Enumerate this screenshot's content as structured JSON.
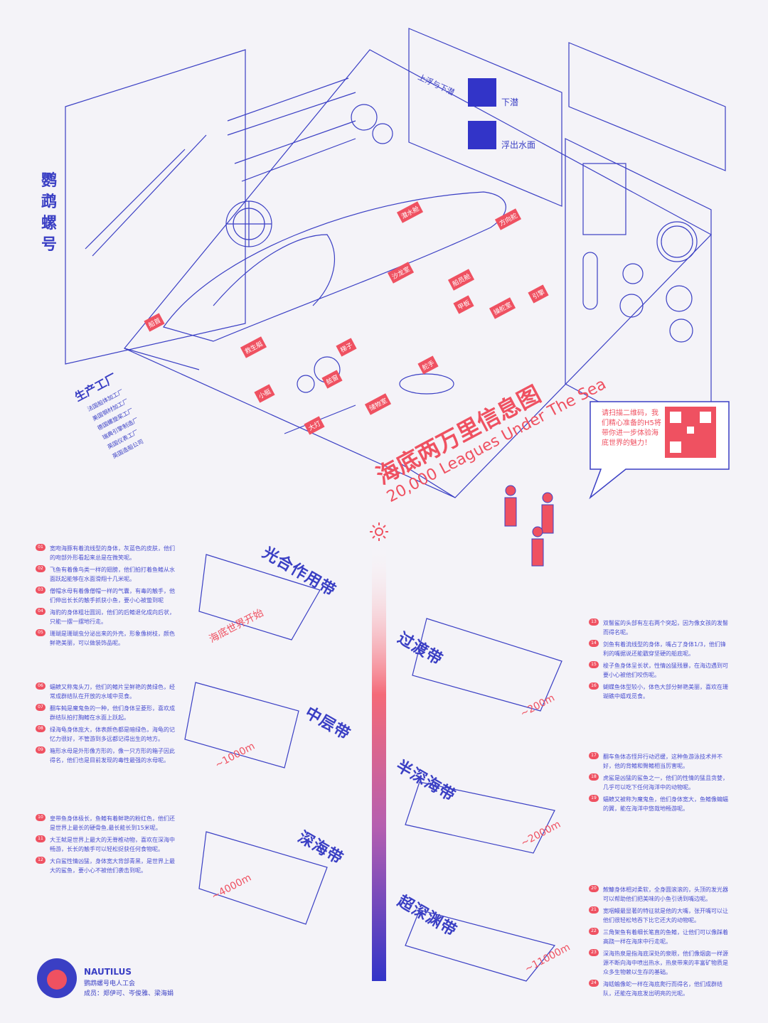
{
  "poster": {
    "title_cn": "海底两万里信息图",
    "title_en": "20,000 Leagues Under The Sea",
    "sub_title": "鹦鹉螺号",
    "colors": {
      "blue": "#3a3fc4",
      "red": "#ef5161",
      "bg": "#f4f3f8"
    }
  },
  "submarine_tags": [
    "船首",
    "方向舵",
    "沙龙室",
    "船员舱",
    "潜水舱",
    "引擎",
    "操舵室",
    "救生艇",
    "小艇",
    "舷窗",
    "梯子",
    "大灯",
    "舵手",
    "储物室",
    "甲板"
  ],
  "factory": {
    "label": "生产工厂",
    "items": [
      "法国船体加工厂",
      "美国钢材加工厂",
      "德国螺旋桨工厂",
      "瑞典引擎制造厂",
      "英国仪表工厂",
      "英国造船公司"
    ]
  },
  "qr": {
    "text": "请扫描二维码，我们精心准备的H5将带你进一步体验海底世界的魅力！"
  },
  "zones": [
    {
      "title": "光合作用带",
      "depth": "海底世界开始",
      "notes": [
        {
          "num": "01",
          "text": "宽吻海豚有着流线型的身体，灰蓝色的皮肤，他们的吻部外形看起来总是在微笑呢。"
        },
        {
          "num": "02",
          "text": "飞鱼有着像鸟类一样的翅膀，他们拍打着鱼鳍从水面跃起能够在水面滑翔十几米呢。"
        },
        {
          "num": "03",
          "text": "僧帽水母有着像僧帽一样的气囊，有毒的触手，他们伸出长长的触手抓获小鱼，要小心被蛰到呢"
        },
        {
          "num": "04",
          "text": "海豹的身体粗壮圆润，他们的后鳍退化成向后状，只能一摆一摆地行走。"
        },
        {
          "num": "05",
          "text": "珊瑚是珊瑚虫分泌出来的外壳，形象像树枝，颜色鲜艳美丽，可以做装饰品呢。"
        }
      ]
    },
    {
      "title": "中层带",
      "depth": "~1000m",
      "notes": [
        {
          "num": "06",
          "text": "蝠鲼又称鬼头刀，他们的鳍片呈鲜艳的黄绿色，经常成群结队在开放的水域中觅食。"
        },
        {
          "num": "07",
          "text": "翻车鲀是魔鬼鱼的一种，他们身体呈菱形，喜欢成群结队拍打胸鳍在水面上跃起。"
        },
        {
          "num": "08",
          "text": "绿海龟身体庞大，体表颜色都是暗绿色，海龟的记忆力很好，不管游到多远都记得出生的地方。"
        },
        {
          "num": "09",
          "text": "箱形水母是外形像方形的，像一只方形的箱子因此得名，他们也是目前发现的毒性最强的水母呢。"
        }
      ]
    },
    {
      "title": "深海带",
      "depth": "~4000m",
      "notes": [
        {
          "num": "10",
          "text": "皇带鱼身体极长，鱼鳍有着鲜艳的粉红色，他们还是世界上最长的硬骨鱼,最长能长到15米呢。"
        },
        {
          "num": "11",
          "text": "大王鱿是世界上最大的无脊椎动物，喜欢在深海中畅游，长长的触手可以轻松捉获任何食物呢。"
        },
        {
          "num": "12",
          "text": "大白鲨性情凶猛，身体宽大背部青黑，是世界上最大的鲨鱼，要小心不被他们袭击到呢。"
        }
      ]
    },
    {
      "title": "过渡带",
      "depth": "~200m",
      "notes": [
        {
          "num": "13",
          "text": "双髻鲨的头部有左右两个突起，因为像女孩的发髻而得名呢。"
        },
        {
          "num": "14",
          "text": "剑鱼有着流线型的身体，嘴占了身体1/3，他们锋利的嘴据说还能戳穿坚硬的船底呢。"
        },
        {
          "num": "15",
          "text": "梭子鱼身体呈长状，性情凶猛残暴，在海边遇到可要小心被他们咬伤呢。"
        },
        {
          "num": "16",
          "text": "蝴蝶鱼体型较小，体色大部分鲜艳美丽，喜欢在珊瑚礁中嬉戏觅食。"
        }
      ]
    },
    {
      "title": "半深海带",
      "depth": "~2000m",
      "notes": [
        {
          "num": "17",
          "text": "翻车鱼体态怪异行动迟缓，这种鱼游泳技术并不好，他的背鳍和臀鳍相当厉害呢。"
        },
        {
          "num": "18",
          "text": "虎鲨是凶猛的鲨鱼之一，他们的性情的猛且贪婪，几乎可以吃下任何海洋中的动物呢。"
        },
        {
          "num": "19",
          "text": "蝠鲼又被称为魔鬼鱼，他们身体宽大，鱼鳍像蝙蝠的翼，能在海洋中悠哉地畅游呢。"
        }
      ]
    },
    {
      "title": "超深渊带",
      "depth": "~11000m",
      "notes": [
        {
          "num": "20",
          "text": "鮟鱇身体相对柔软，全身圆滚滚的，头顶的发光器可以帮助他们把美味的小鱼引诱到嘴边呢。"
        },
        {
          "num": "21",
          "text": "宽咽鳗最显著的特征就是他的大嘴，张开嘴可以让他们很轻松地吞下比它还大的动物呢。"
        },
        {
          "num": "22",
          "text": "三角架鱼有着细长笔直的鱼鳍，让他们可以像踩着高跷一样在海床中行走呢。"
        },
        {
          "num": "23",
          "text": "深海热泉是指海底深处的泉眼，他们像烟囱一样源源不断向海中喷出热水，热泉带来的丰富矿物质是众多生物赖以生存的基础。"
        },
        {
          "num": "24",
          "text": "海蛞蝓像蛇一样在海底爬行而得名，他们成群结队，还能在海底发出明亮的光呢。"
        }
      ]
    }
  ],
  "footer": {
    "brand": "NAUTILUS",
    "sub": "鹦鹉螺号电人工会",
    "members": "成员：郑伊可、岑俊雅、梁海娟"
  },
  "panel": {
    "heading": "上浮与下潜",
    "dive": "下潜",
    "float": "浮出水面"
  }
}
